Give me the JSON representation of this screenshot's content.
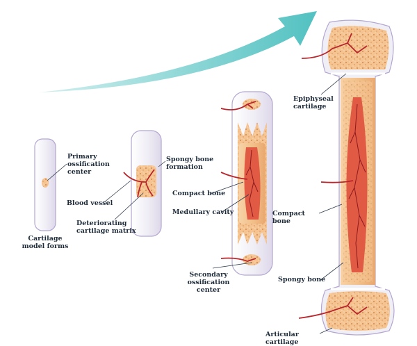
{
  "labels": {
    "cartilage_model": "Cartilage\nmodel forms",
    "primary_ossification": "Primary\nossification\ncenter",
    "blood_vessel": "Blood vessel",
    "spongy_bone_formation": "Spongy bone\nformation",
    "deteriorating_matrix": "Deteriorating\ncartilage matrix",
    "compact_bone_stage3": "Compact bone",
    "medullary_cavity": "Medullary cavity",
    "secondary_ossification": "Secondary\nossification\ncenter",
    "epiphyseal_cartilage": "Epiphyseal\ncartilage",
    "compact_bone_stage4": "Compact bone",
    "spongy_bone": "Spongy bone",
    "articular_cartilage": "Articular cartilage"
  },
  "colors": {
    "arrow": "#52c1c1",
    "cartilage": "#f1eff6",
    "cartilage_outline": "#b3a6d0",
    "bone": "#f3c08b",
    "bone_dark": "#e6a067",
    "vessel": "#b8262b",
    "marrow": "#e05a44",
    "leader": "#2b3a4a",
    "label": "#1d2b3a"
  }
}
